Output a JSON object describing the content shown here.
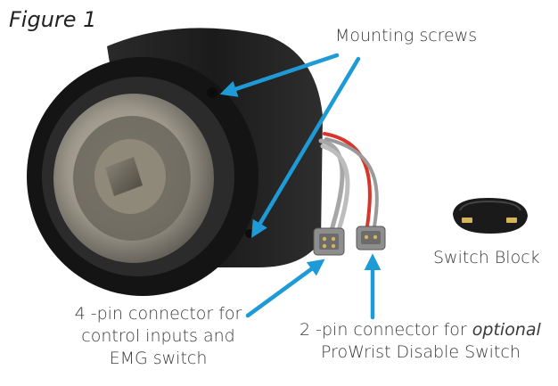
{
  "figure": {
    "title": "Figure 1"
  },
  "labels": {
    "mounting_screws": "Mounting screws",
    "switch_block": "Switch Block",
    "four_pin": {
      "line1": "4 -pin connector for",
      "line2": "control inputs and",
      "line3": "EMG switch"
    },
    "two_pin": {
      "prefix": "2 -pin connector for ",
      "emphasis": "optional",
      "line2": "ProWrist Disable Switch"
    }
  },
  "colors": {
    "arrow": "#1e9ad6",
    "body_dark": "#1f1f1f",
    "wire_red": "#d9362b",
    "wire_gray": "#a7a7a7"
  }
}
